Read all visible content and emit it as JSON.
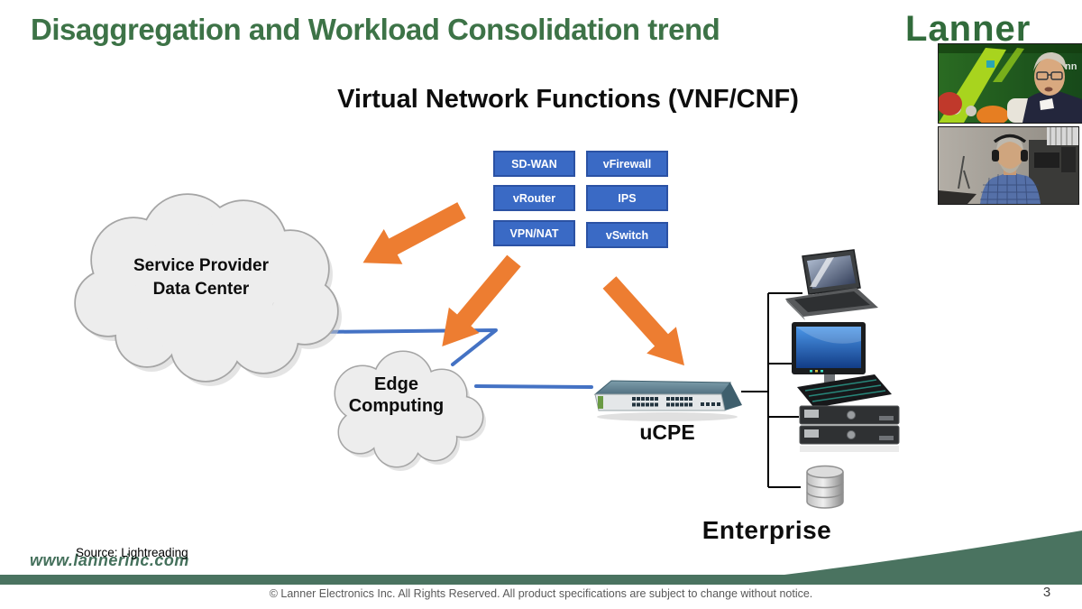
{
  "header": {
    "title": "Disaggregation and Workload Consolidation trend",
    "logo_text": "Lanner"
  },
  "videos": {
    "video1_wall_text": "nn"
  },
  "diagram": {
    "subtitle": "Virtual Network Functions (VNF/CNF)",
    "vnf_boxes": [
      "SD-WAN",
      "vFirewall",
      "vRouter",
      "IPS",
      "VPN/NAT",
      "vSwitch"
    ],
    "cloud_datacenter_label": "Service Provider\nData Center",
    "cloud_edge_label": "Edge\nComputing",
    "ucpe_label": "uCPE",
    "enterprise_label": "Enterprise"
  },
  "footer": {
    "source": "Source: Lightreading",
    "website": "www.lannerinc.com",
    "copyright": "© Lanner Electronics Inc. All Rights Reserved. All product specifications are subject to change without notice.",
    "page_number": "3"
  },
  "colors": {
    "title_green": "#3d7347",
    "logo_green": "#316b3b",
    "box_blue": "#3a6ac5",
    "arrow_orange": "#ED7D31",
    "line_blue": "#4472C4",
    "swoosh_green": "#4a7360"
  }
}
